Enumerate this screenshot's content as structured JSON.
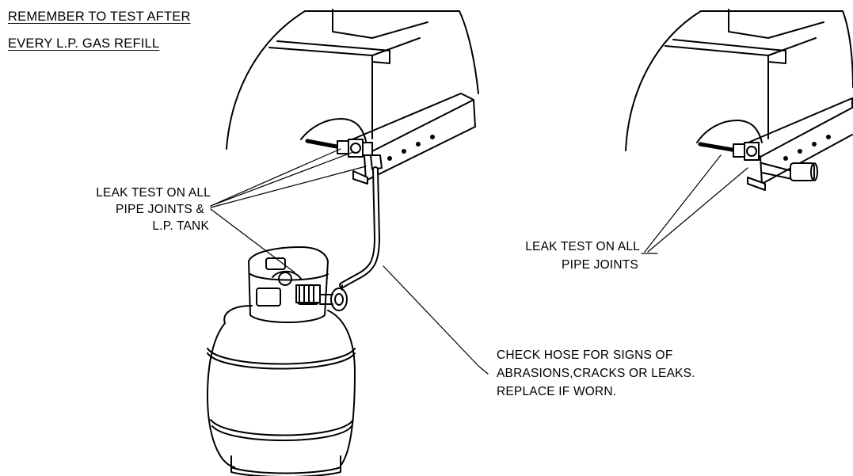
{
  "reminder": {
    "line1": "REMEMBER TO TEST AFTER",
    "line2": "EVERY L.P. GAS REFILL"
  },
  "callout_left": {
    "line1": "LEAK TEST ON ALL",
    "line2": "PIPE JOINTS &",
    "line3": "L.P. TANK"
  },
  "callout_right": {
    "line1": "LEAK TEST ON ALL",
    "line2": "PIPE JOINTS"
  },
  "callout_hose": {
    "line1": "CHECK HOSE FOR SIGNS OF",
    "line2": "ABRASIONS,CRACKS OR LEAKS.",
    "line3": "REPLACE IF WORN."
  }
}
